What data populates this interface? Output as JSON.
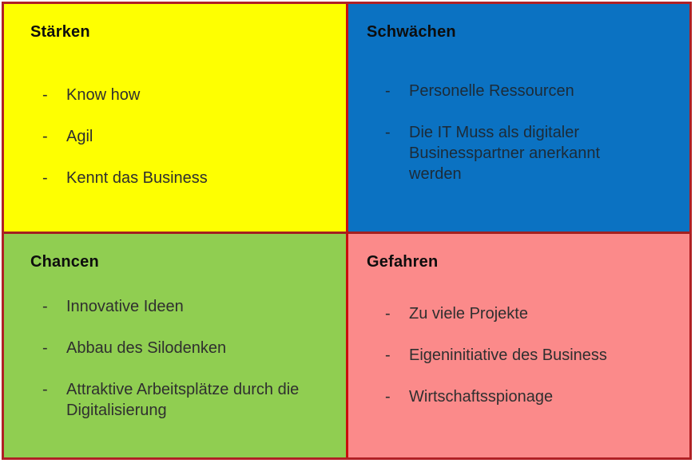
{
  "bullet_char": "-",
  "colors": {
    "background": "#FFFFFF",
    "border_red": "#C00000",
    "quadrant_yellow": "#FEFF01",
    "quadrant_blue": "#0B72C2",
    "quadrant_green": "#90CE51",
    "quadrant_salmon": "#FB8A8A",
    "title_text": "#0D0D0D",
    "body_text": "#2F2F2F"
  },
  "quadrants": [
    {
      "key": "strengths",
      "title": "Stärken",
      "bg": "#FEFF01",
      "items": [
        "Know how",
        "Agil",
        "Kennt das Business"
      ]
    },
    {
      "key": "weaknesses",
      "title": "Schwächen",
      "bg": "#0B72C2",
      "items": [
        "Personelle Ressourcen",
        "Die IT Muss als digitaler Businesspartner anerkannt werden"
      ]
    },
    {
      "key": "opportunities",
      "title": "Chancen",
      "bg": "#90CE51",
      "items": [
        "Innovative Ideen",
        "Abbau des Silodenken",
        "Attraktive Arbeitsplätze durch die Digitalisierung"
      ]
    },
    {
      "key": "threats",
      "title": "Gefahren",
      "bg": "#FB8A8A",
      "items": [
        "Zu viele Projekte",
        "Eigeninitiative des Business",
        "Wirtschaftsspionage"
      ]
    }
  ]
}
